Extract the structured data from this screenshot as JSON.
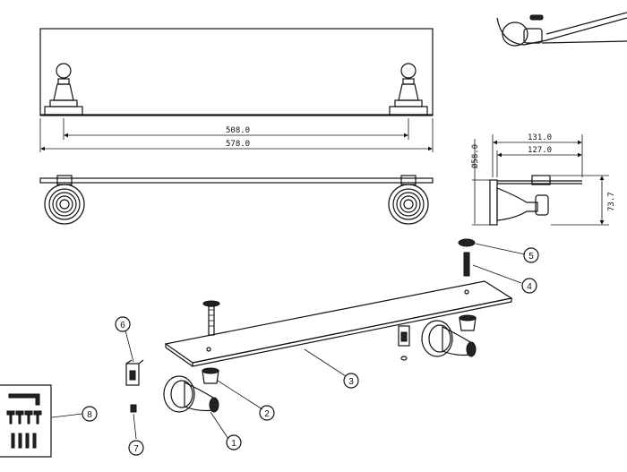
{
  "dimensions": {
    "bracket_centers": "508.0",
    "overall_length": "578.0",
    "depth_overall": "131.0",
    "depth_shelf": "127.0",
    "height": "73.7",
    "post_diameter": "Ø58.0"
  },
  "callouts": [
    "1",
    "2",
    "3",
    "4",
    "5",
    "6",
    "7",
    "8"
  ]
}
